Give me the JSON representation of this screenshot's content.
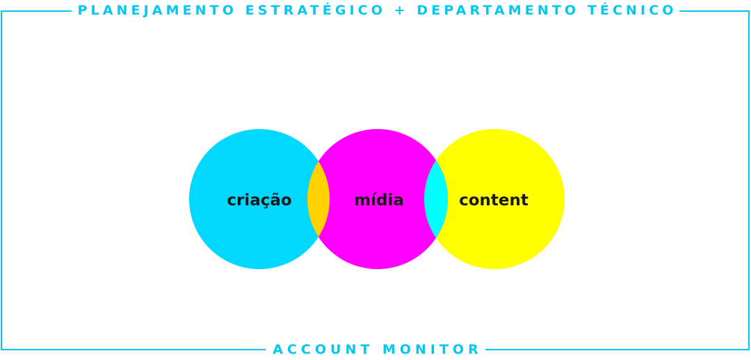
{
  "header": {
    "title": "PLANEJAMENTO ESTRATÉGICO + DEPARTAMENTO TÉCNICO"
  },
  "footer": {
    "title": "ACCOUNT MONITOR"
  },
  "venn": {
    "circles": [
      {
        "label": "criação",
        "color": "#00d8ff"
      },
      {
        "label": "mídia",
        "color": "#ff00ff"
      },
      {
        "label": "content",
        "color": "#ffff00"
      }
    ],
    "overlap_colors": [
      "#ffd200",
      "#00ffff"
    ]
  },
  "colors": {
    "frame": "#00c8f0",
    "text": "#1a1a1a",
    "background": "#ffffff"
  }
}
